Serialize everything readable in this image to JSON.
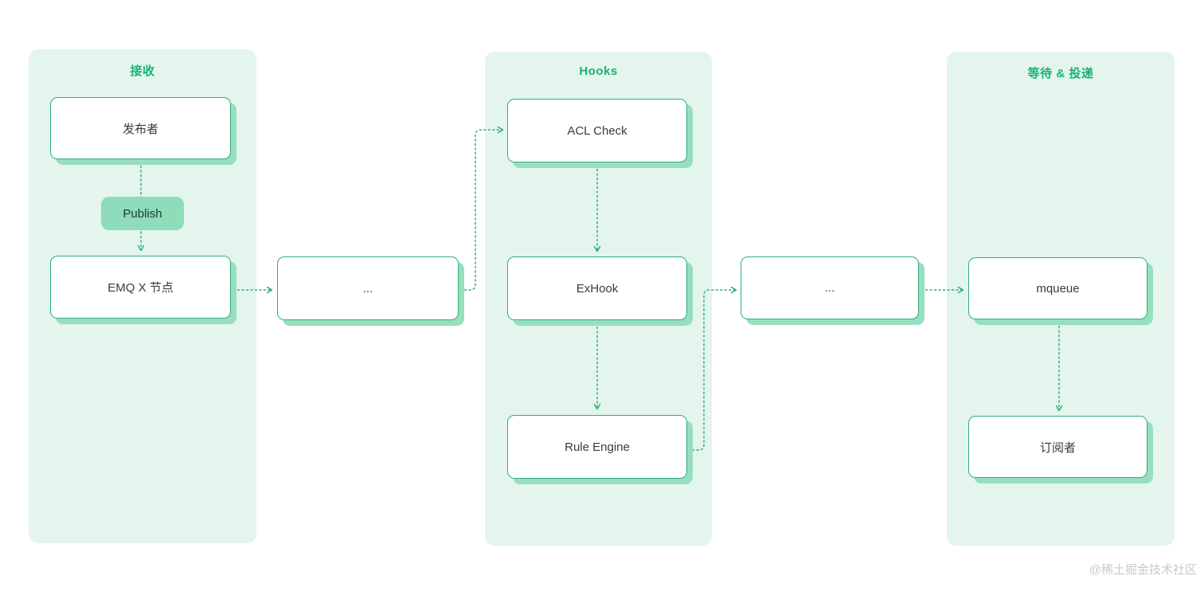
{
  "colors": {
    "accent": "#17b377",
    "line": "#2fae7e",
    "node-border": "#2fae7e",
    "node-shadow": "#97dfbe",
    "panel-bg": "#e3f5ec",
    "pill-bg": "#8edcba",
    "pill-text": "#1c3a31",
    "node-text": "#313f3a",
    "watermark": "#c9c9c9"
  },
  "panels": [
    {
      "id": "receive",
      "title": "接收"
    },
    {
      "id": "hooks",
      "title": "Hooks"
    },
    {
      "id": "deliver",
      "title": "等待 & 投递"
    }
  ],
  "nodes": {
    "publisher": "发布者",
    "publish": "Publish",
    "emqx_node": "EMQ X 节点",
    "ellipsis1": "...",
    "acl_check": "ACL Check",
    "exhook": "ExHook",
    "rule_engine": "Rule Engine",
    "ellipsis2": "...",
    "mqueue": "mqueue",
    "subscriber": "订阅者"
  },
  "edges": [
    {
      "from": "publisher",
      "via": "publish",
      "to": "emqx_node"
    },
    {
      "from": "emqx_node",
      "to": "ellipsis1"
    },
    {
      "from": "ellipsis1",
      "to": "acl_check"
    },
    {
      "from": "acl_check",
      "to": "exhook"
    },
    {
      "from": "exhook",
      "to": "rule_engine"
    },
    {
      "from": "rule_engine",
      "to": "ellipsis2"
    },
    {
      "from": "ellipsis2",
      "to": "mqueue"
    },
    {
      "from": "mqueue",
      "to": "subscriber"
    }
  ],
  "watermark": "@稀土掘金技术社区"
}
